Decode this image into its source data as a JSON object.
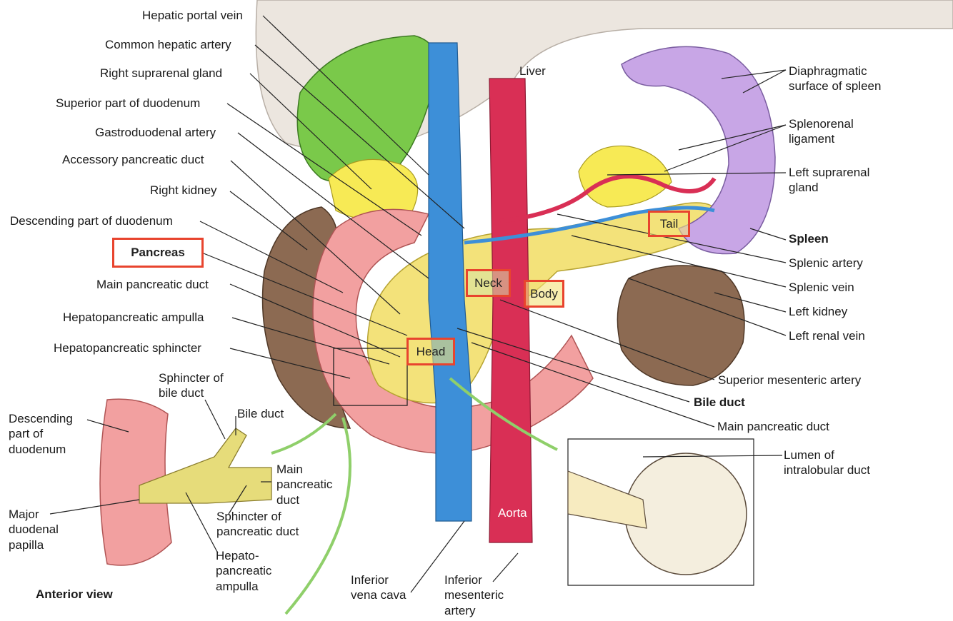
{
  "colors": {
    "highlight": "#e8442e",
    "pancreas": "#f3e27a",
    "aorta": "#d92f55",
    "vena_cava": "#3d8fd8",
    "liver": "#ece6df",
    "gallbladder": "#7ac94a",
    "spleen": "#c8a6e6",
    "kidney": "#8c6a52",
    "duodenum": "#f2a0a0",
    "suprarenal": "#f7ea55",
    "arrow": "#8fcf6a"
  },
  "labels": {
    "hepatic_portal_vein": "Hepatic portal vein",
    "common_hepatic_artery": "Common hepatic artery",
    "right_suprarenal_gland": "Right suprarenal gland",
    "superior_part_duodenum": "Superior part of duodenum",
    "gastroduodenal_artery": "Gastroduodenal artery",
    "accessory_pancreatic_duct": "Accessory pancreatic duct",
    "right_kidney": "Right kidney",
    "descending_part_duodenum": "Descending part of duodenum",
    "main_pancreatic_duct_left": "Main pancreatic duct",
    "hepatopancreatic_ampulla": "Hepatopancreatic ampulla",
    "hepatopancreatic_sphincter": "Hepatopancreatic sphincter",
    "liver": "Liver",
    "diaphragmatic_surface": "Diaphragmatic\nsurface of spleen",
    "splenorenal_ligament": "Splenorenal\nligament",
    "left_suprarenal_gland": "Left suprarenal\ngland",
    "spleen": "Spleen",
    "splenic_artery": "Splenic artery",
    "splenic_vein": "Splenic vein",
    "left_kidney": "Left kidney",
    "left_renal_vein": "Left renal vein",
    "superior_mesenteric_artery": "Superior mesenteric artery",
    "bile_duct_right": "Bile duct",
    "main_pancreatic_duct_right": "Main pancreatic duct",
    "lumen_intralobular_duct": "Lumen of\nintralobular duct",
    "sphincter_bile_duct": "Sphincter of\nbile duct",
    "bile_duct_inset": "Bile duct",
    "descending_part_inset": "Descending\npart of\nduodenum",
    "main_pancreatic_duct_inset": "Main\npancreatic\nduct",
    "major_duodenal_papilla": "Major\nduodenal\npapilla",
    "sphincter_pancreatic_duct": "Sphincter of\npancreatic duct",
    "hepato_pancreatic_ampulla": "Hepato-\npancreatic\nampulla",
    "anterior_view": "Anterior view",
    "aorta": "Aorta",
    "inferior_vena_cava": "Inferior\nvena cava",
    "inferior_mesenteric_artery": "Inferior\nmesenteric\nartery"
  },
  "highlight_boxes": {
    "pancreas": "Pancreas",
    "neck": "Neck",
    "body": "Body",
    "head": "Head",
    "tail": "Tail"
  }
}
